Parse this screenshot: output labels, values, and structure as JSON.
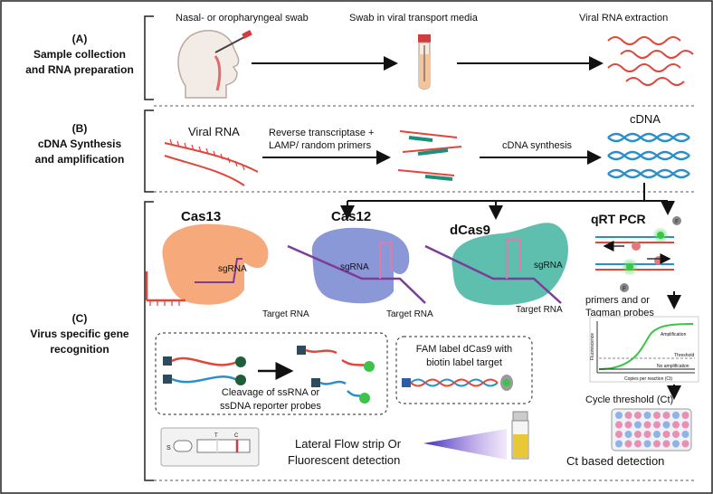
{
  "sections": {
    "a": {
      "letter": "(A)",
      "title_line1": "Sample collection",
      "title_line2": "and RNA preparation",
      "step1": "Nasal- or oropharyngeal swab",
      "step2": "Swab in viral transport media",
      "step3": "Viral RNA extraction"
    },
    "b": {
      "letter": "(B)",
      "title_line1": "cDNA Synthesis",
      "title_line2": "and amplification",
      "viral_rna": "Viral RNA",
      "rt_line1": "Reverse transcriptase +",
      "rt_line2": "LAMP/ random primers",
      "cdna_synthesis": "cDNA synthesis",
      "cdna": "cDNA"
    },
    "c": {
      "letter": "(C)",
      "title_line1": "Virus specific gene",
      "title_line2": "recognition",
      "cas13": "Cas13",
      "cas12": "Cas12",
      "dcas9": "dCas9",
      "qrtpcr": "qRT PCR",
      "sgrna": "sgRNA",
      "target_rna": "Target RNA",
      "f_tag": "F",
      "probes_line1": "primers and or",
      "probes_line2": "Taqman probes",
      "cleavage_line1": "Cleavage of ssRNA or",
      "cleavage_line2": "ssDNA reporter probes",
      "fam_line1": "FAM label dCas9 with",
      "fam_line2": "biotin label target",
      "lateral_line1": "Lateral Flow strip Or",
      "lateral_line2": "Fluorescent detection",
      "amp_plot": {
        "ylabel": "Fluorescence",
        "xlabel": "Copies per reaction (Ct)",
        "amplification": "Amplification",
        "threshold": "Threshold",
        "no_amplification": "No amplification"
      },
      "ct_label": "Cycle threshold (Ct)",
      "ct_detection": "Ct based detection",
      "strip": {
        "s": "S",
        "t": "T",
        "c": "C"
      }
    }
  },
  "colors": {
    "rna_red": "#e0463c",
    "dna_blue": "#2a8fc9",
    "dna_teal": "#1b8f7a",
    "cas13": "#f6a97a",
    "cas12": "#8b98d8",
    "dcas9": "#5fbfaf",
    "sgrna_purple": "#7a3d99",
    "fluor_green": "#3cc44a",
    "plate_pink": "#e98fb3",
    "plate_blue": "#8fb3e6"
  },
  "icons": [
    "head-with-swab-icon",
    "transport-tube-icon",
    "rna-strands-icon",
    "cdna-helix-icon",
    "lateral-flow-strip-icon",
    "cuvette-icon",
    "well-plate-icon",
    "amplification-plot-icon"
  ]
}
